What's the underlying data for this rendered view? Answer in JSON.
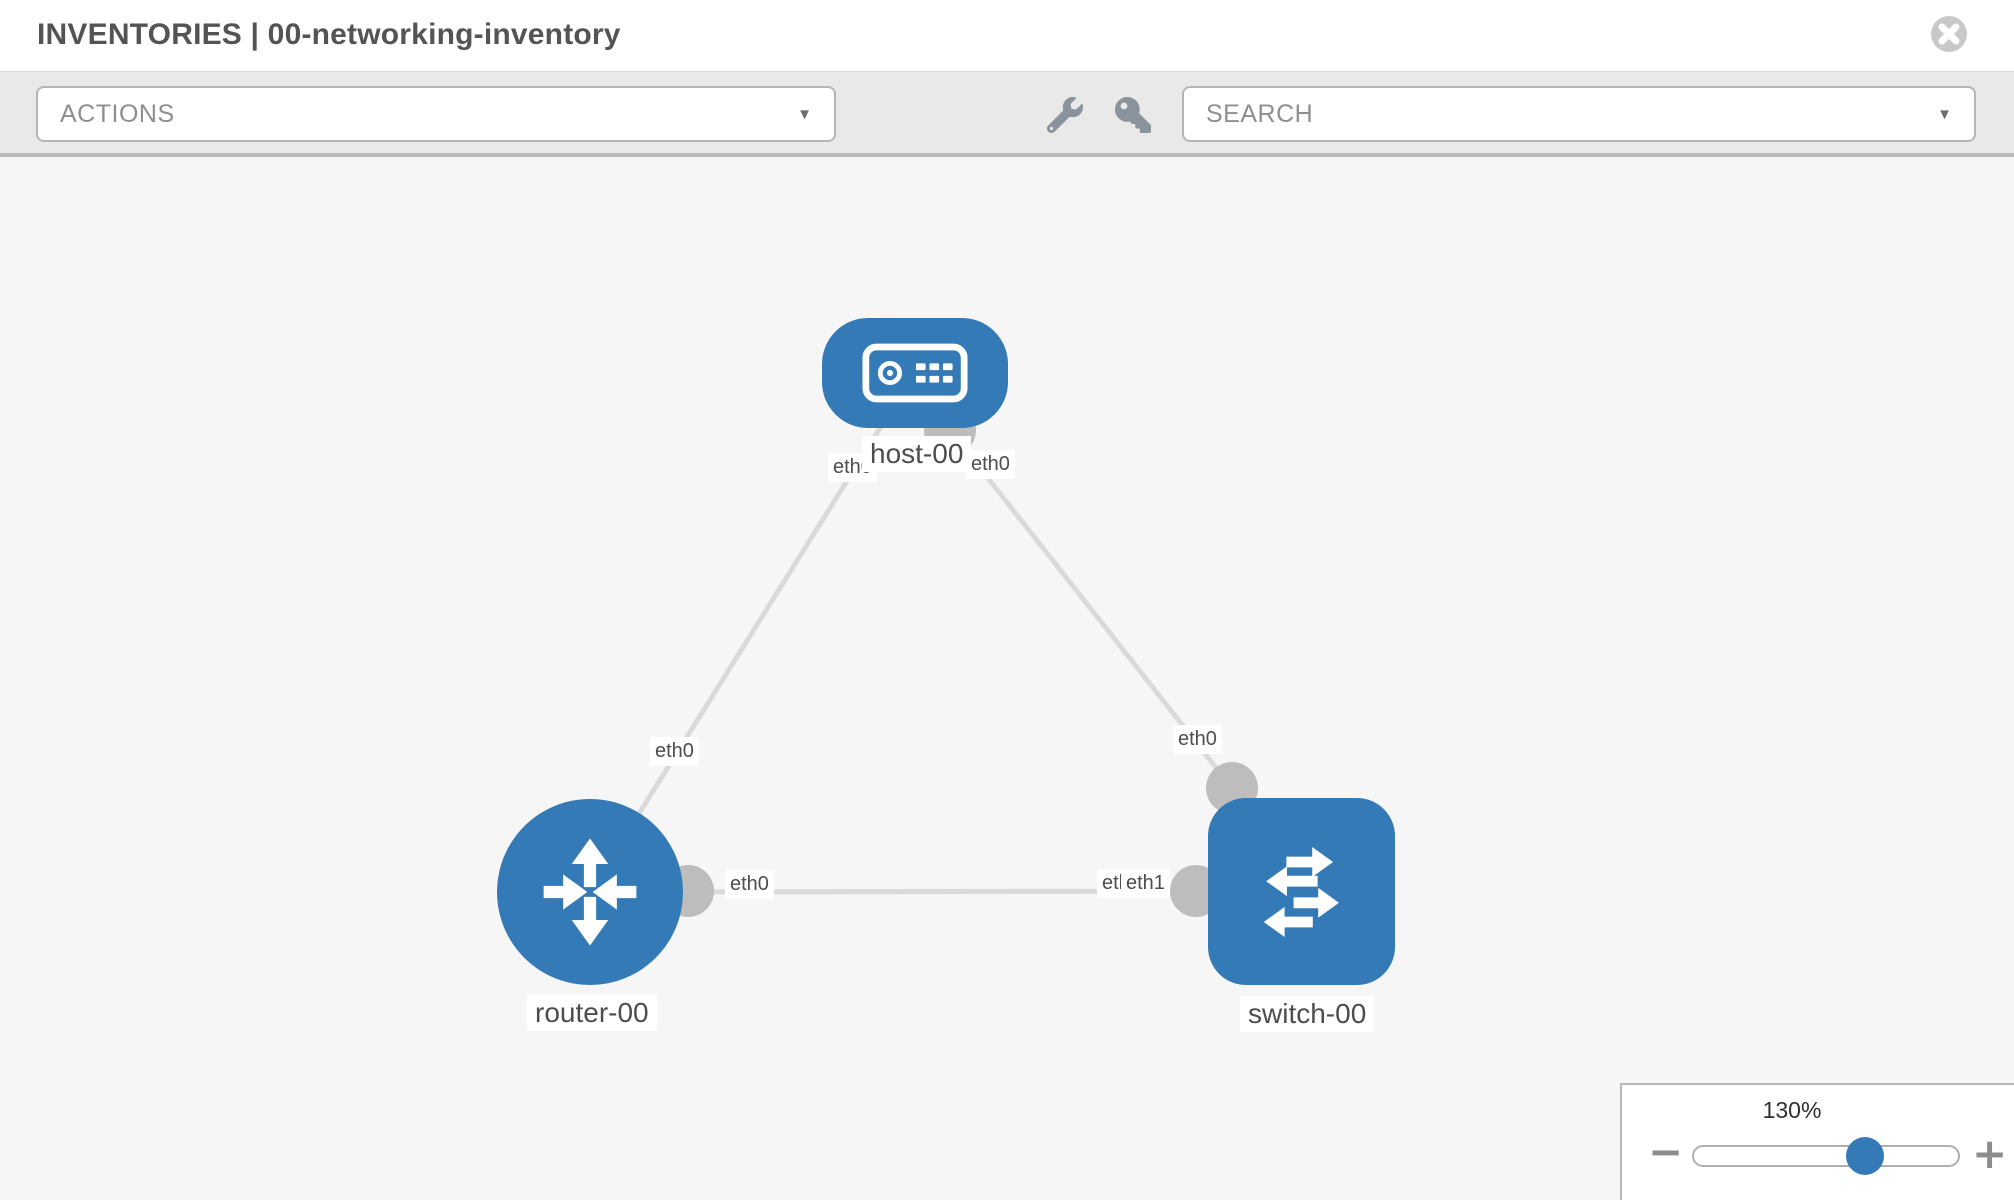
{
  "header": {
    "title": "INVENTORIES | 00-networking-inventory"
  },
  "toolbar": {
    "actions_label": "ACTIONS",
    "search_label": "SEARCH"
  },
  "icons": {
    "caret": "▼",
    "toolbar_icons": [
      "wrench-icon",
      "key-icon"
    ],
    "header_icon": "close-circle-icon",
    "node_icons": [
      "host-icon",
      "router-icon",
      "switch-icon"
    ]
  },
  "topology": {
    "nodes": [
      {
        "id": "host-00",
        "type": "host",
        "label": "host-00"
      },
      {
        "id": "router-00",
        "type": "router",
        "label": "router-00"
      },
      {
        "id": "switch-00",
        "type": "switch",
        "label": "switch-00"
      }
    ],
    "links": [
      {
        "from": "host-00",
        "from_if": "eth0",
        "to": "router-00",
        "to_if": "eth0"
      },
      {
        "from": "host-00",
        "from_if": "eth0",
        "to": "switch-00",
        "to_if": "eth0"
      },
      {
        "from": "router-00",
        "from_if": "eth0",
        "to": "switch-00",
        "to_if": "eth1",
        "to_if_overlap": "eth0"
      }
    ]
  },
  "zoom": {
    "value": "130%",
    "minus": "−",
    "plus": "+"
  },
  "colors": {
    "node_blue": "#337ab7",
    "link_gray": "#dadada",
    "port_gray": "#bdbdbd",
    "toolbar_bg": "#e9e9e9",
    "canvas_bg": "#f6f6f6",
    "icon_gray": "#8a929b"
  }
}
